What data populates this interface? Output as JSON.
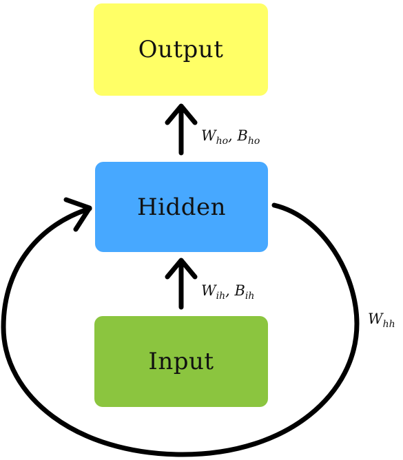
{
  "nodes": {
    "output": {
      "label": "Output",
      "color": "#ffff66"
    },
    "hidden": {
      "label": "Hidden",
      "color": "#47a8ff"
    },
    "input": {
      "label": "Input",
      "color": "#8bc53f"
    }
  },
  "edges": {
    "hidden_to_output": {
      "w": "W",
      "w_sub": "ho",
      "sep": ", ",
      "b": "B",
      "b_sub": "ho"
    },
    "input_to_hidden": {
      "w": "W",
      "w_sub": "ih",
      "sep": ", ",
      "b": "B",
      "b_sub": "ih"
    },
    "hidden_to_hidden": {
      "w": "W",
      "w_sub": "hh"
    }
  },
  "colors": {
    "arrow": "#000000"
  }
}
